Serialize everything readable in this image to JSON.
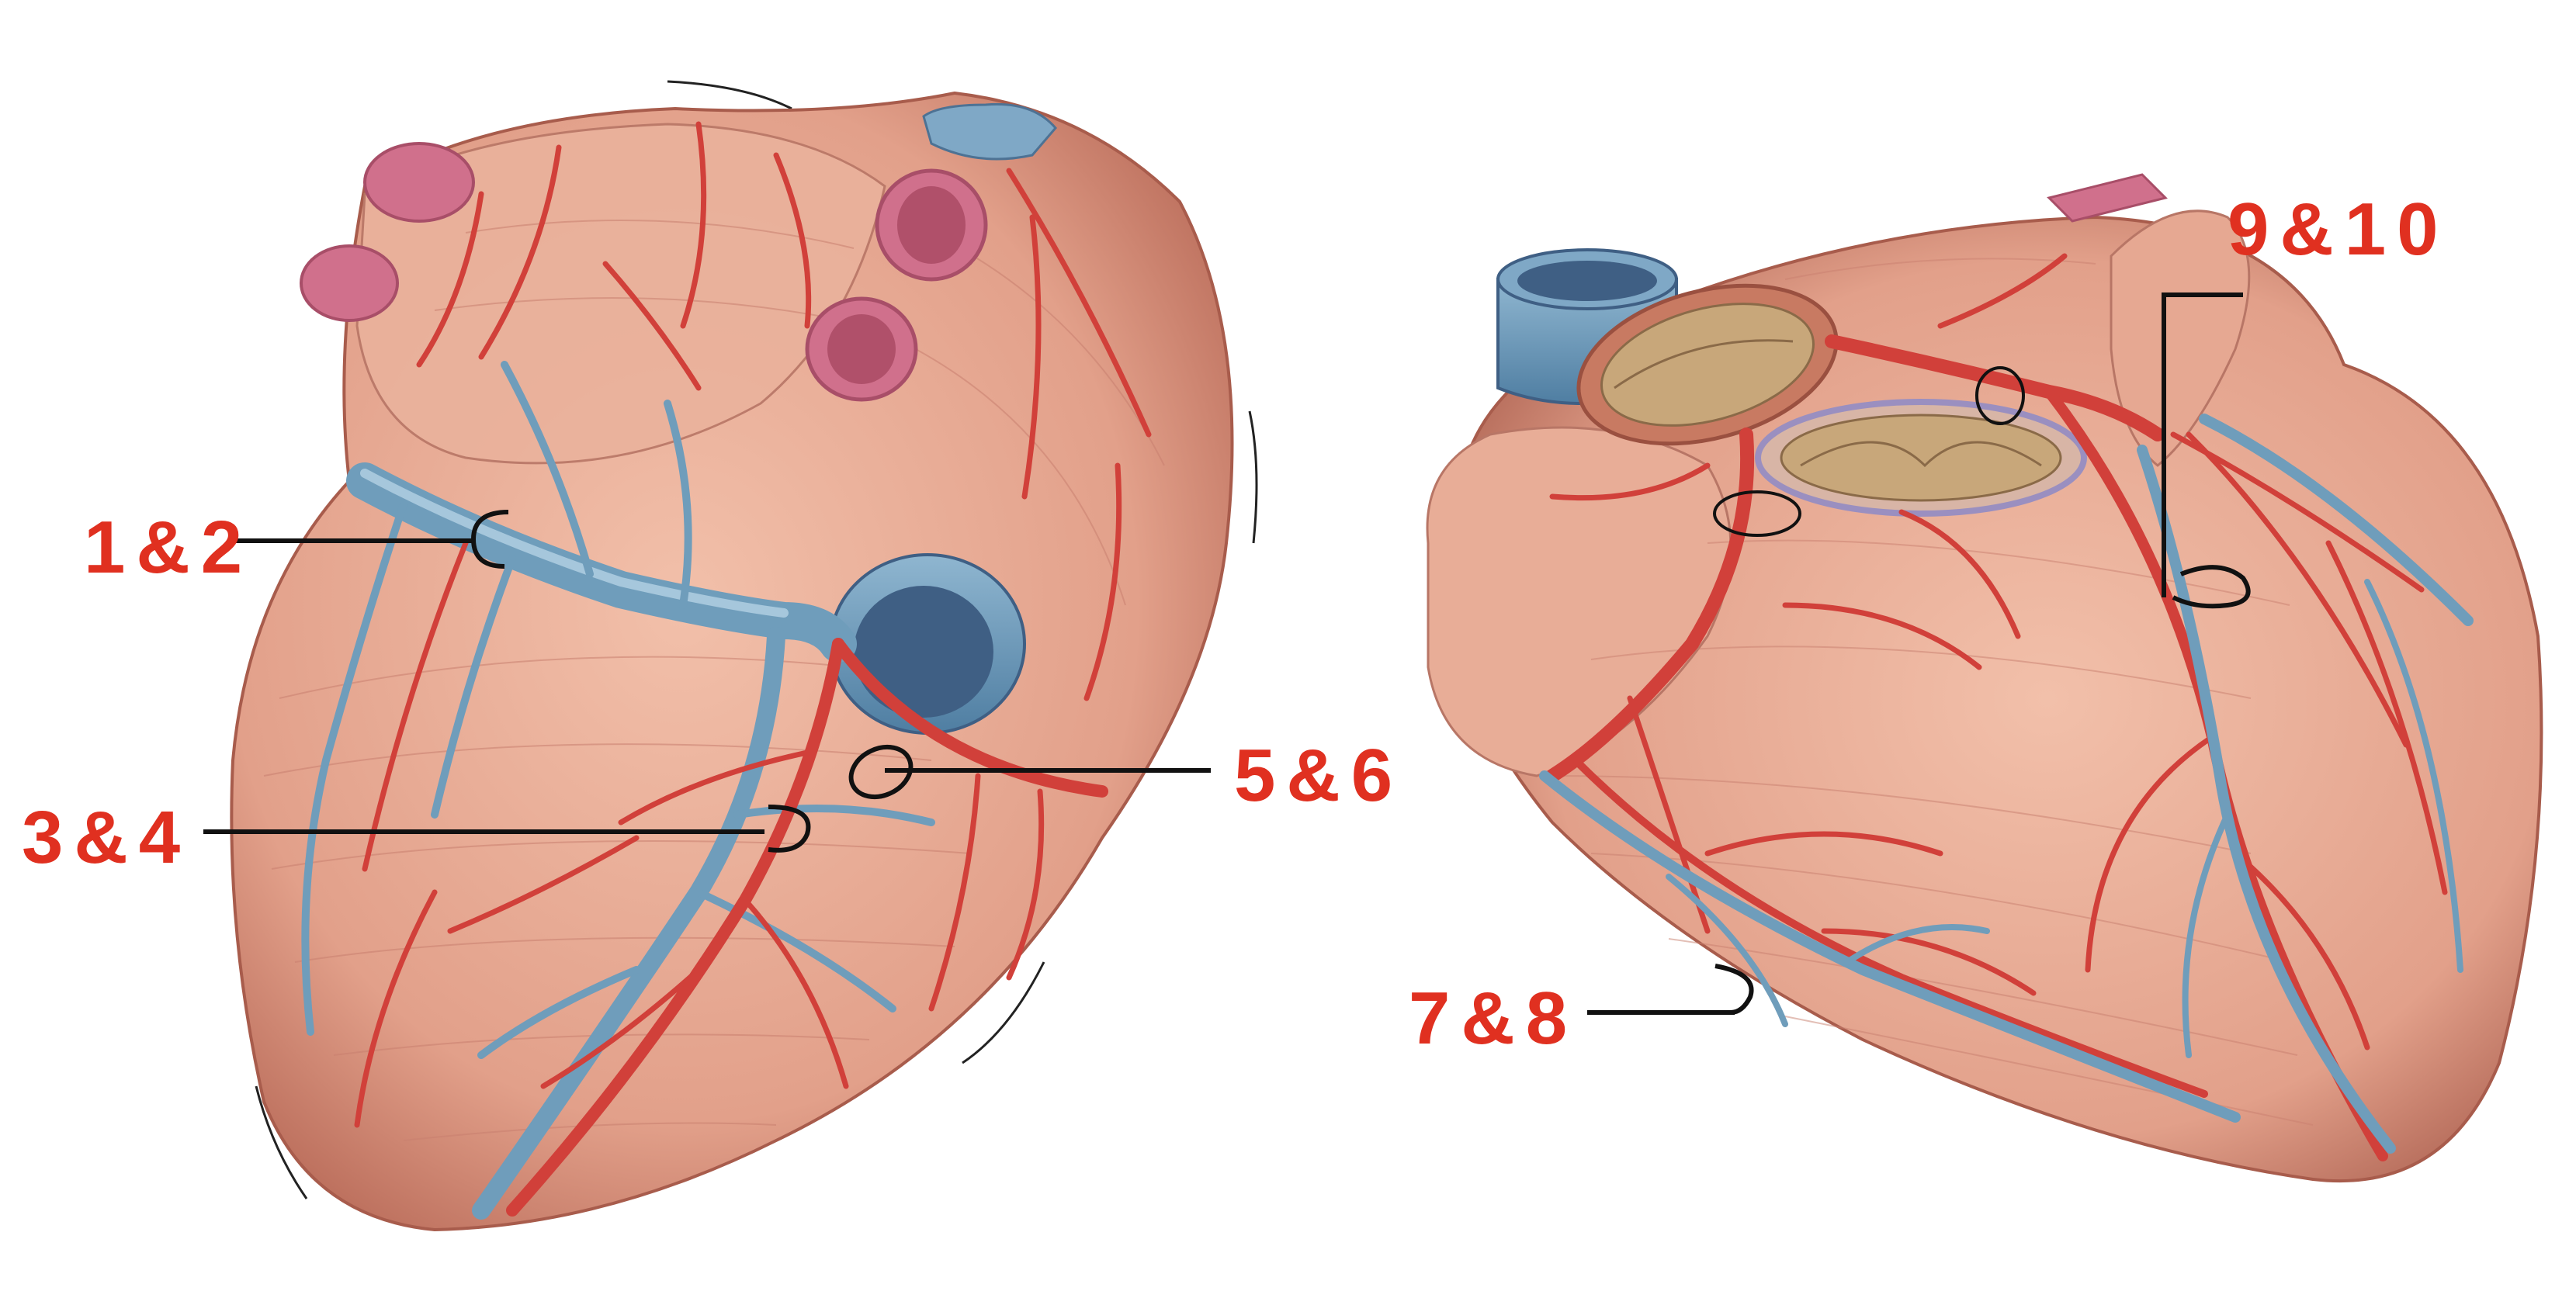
{
  "labels": {
    "l12": "1&2",
    "l34": "3&4",
    "l56": "5&6",
    "l78": "7&8",
    "l910": "9&10"
  },
  "colors": {
    "muscle": "#e2a08a",
    "muscle_dark": "#b86a58",
    "muscle_light": "#f0bba6",
    "artery": "#d1403a",
    "vein": "#6f9dbb",
    "vein_dark": "#3f5f84",
    "pulmonary_vein": "#d0708c",
    "valve": "#c8a77a",
    "label": "#e03020",
    "pointer": "#111111"
  }
}
